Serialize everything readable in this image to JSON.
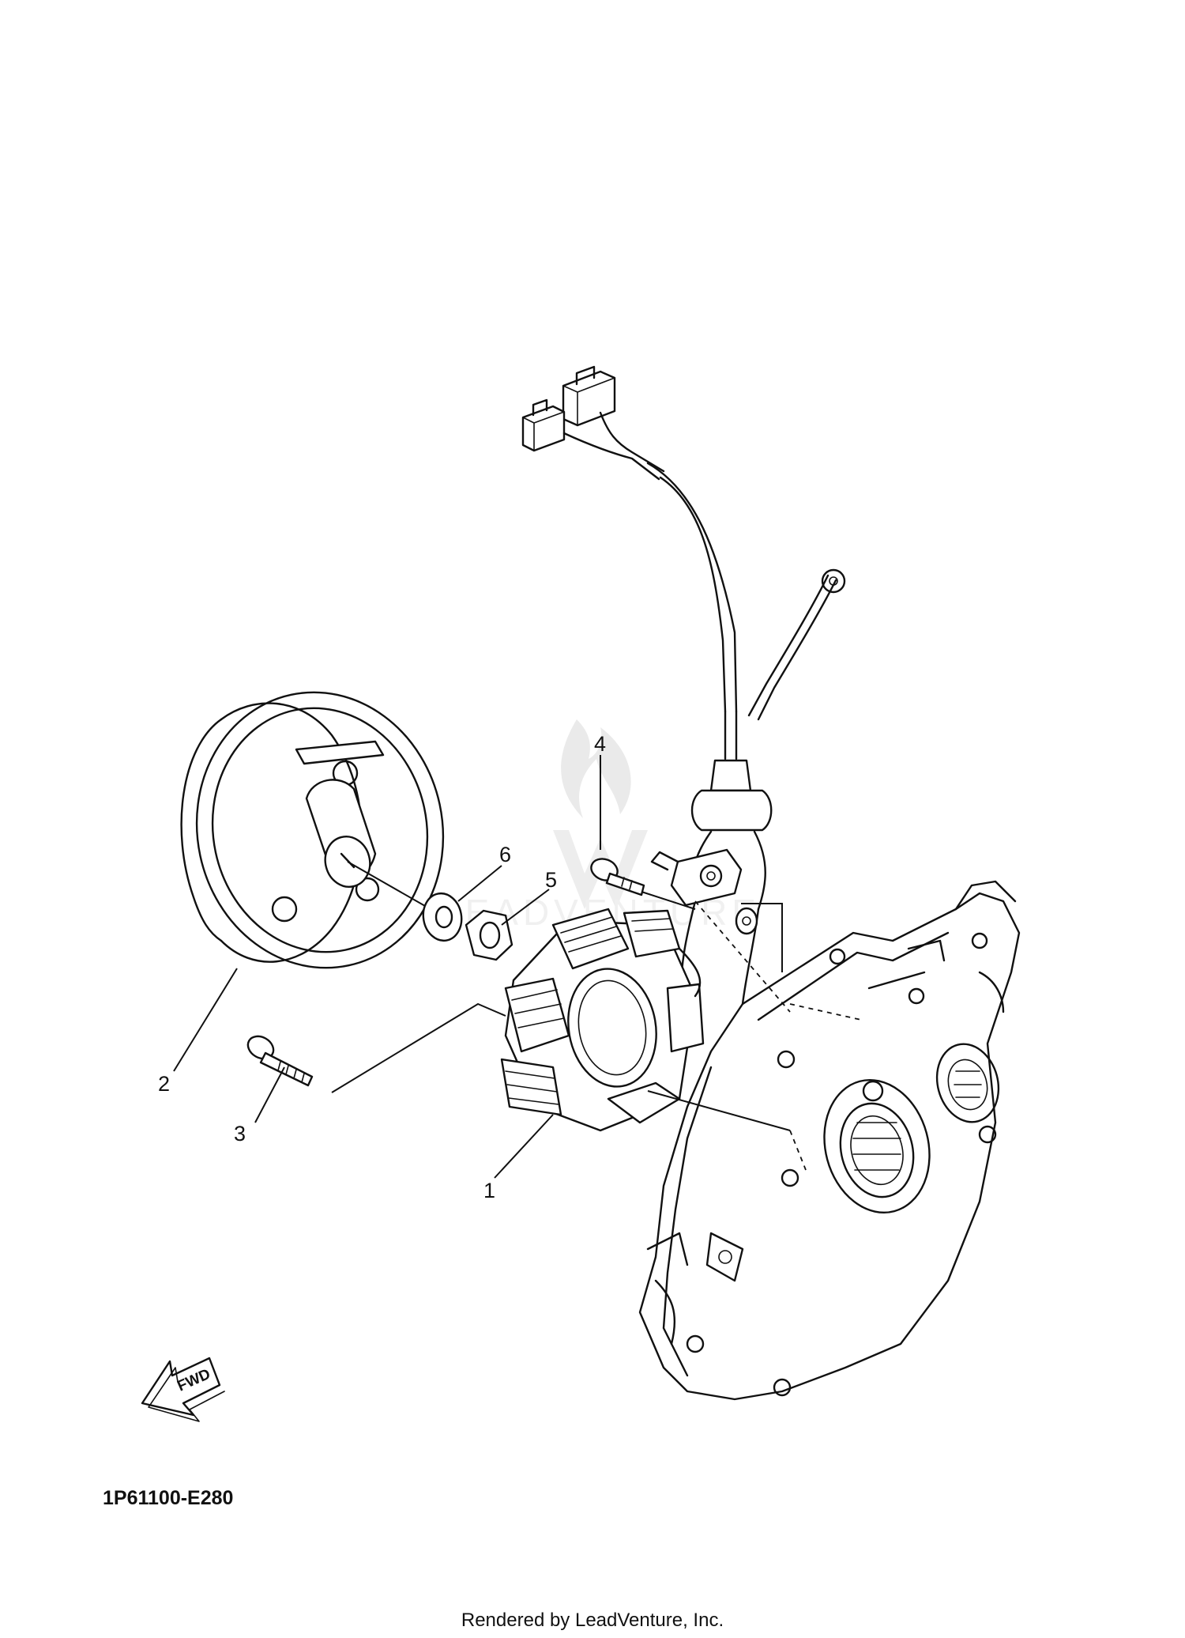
{
  "diagram": {
    "callouts": [
      {
        "id": "1",
        "name": "stator-assembly"
      },
      {
        "id": "2",
        "name": "rotor-flywheel"
      },
      {
        "id": "3",
        "name": "stator-bolt"
      },
      {
        "id": "4",
        "name": "lead-clamp-bolt"
      },
      {
        "id": "5",
        "name": "nut"
      },
      {
        "id": "6",
        "name": "washer"
      }
    ],
    "direction_arrow_label": "FWD",
    "diagram_code": "1P61100-E280",
    "footer": "Rendered by LeadVenture, Inc.",
    "watermark_text": "LEADVENTURE",
    "line_color": "#111111",
    "watermark_color": "#e0e0e0"
  }
}
